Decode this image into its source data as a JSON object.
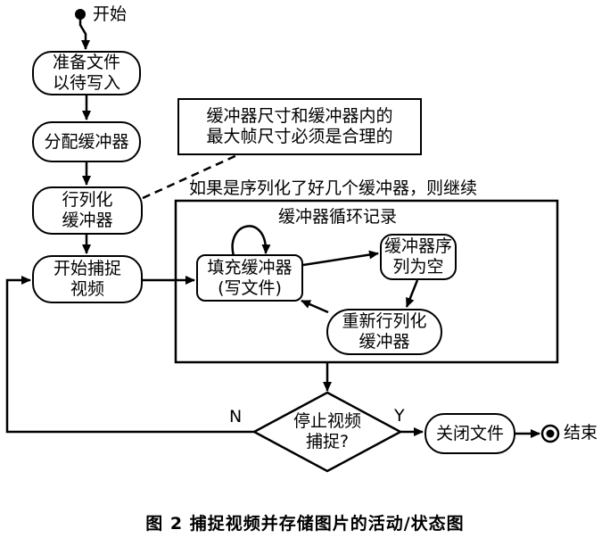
{
  "diagram": {
    "start_label": "开始",
    "nodes": {
      "prepare": "准备文件\n以待写入",
      "allocate": "分配缓冲器",
      "queue": "行列化\n缓冲器",
      "start_capture": "开始捕捉\n视频",
      "fill": "填充缓冲器\n(写文件)",
      "queue_empty": "缓冲器序\n列为空",
      "requeue": "重新行列化\n缓冲器",
      "stop_decision": "停止视频\n捕捉?",
      "close_file": "关闭文件"
    },
    "note": "缓冲器尺寸和缓冲器内的\n最大帧尺寸必须是合理的",
    "loop_condition": "如果是序列化了好几个缓冲器，则继续",
    "loop_title": "缓冲器循环记录",
    "branch_yes": "Y",
    "branch_no": "N",
    "end_label": "结束"
  },
  "caption": "图 2   捕捉视频并存储图片的活动/状态图"
}
